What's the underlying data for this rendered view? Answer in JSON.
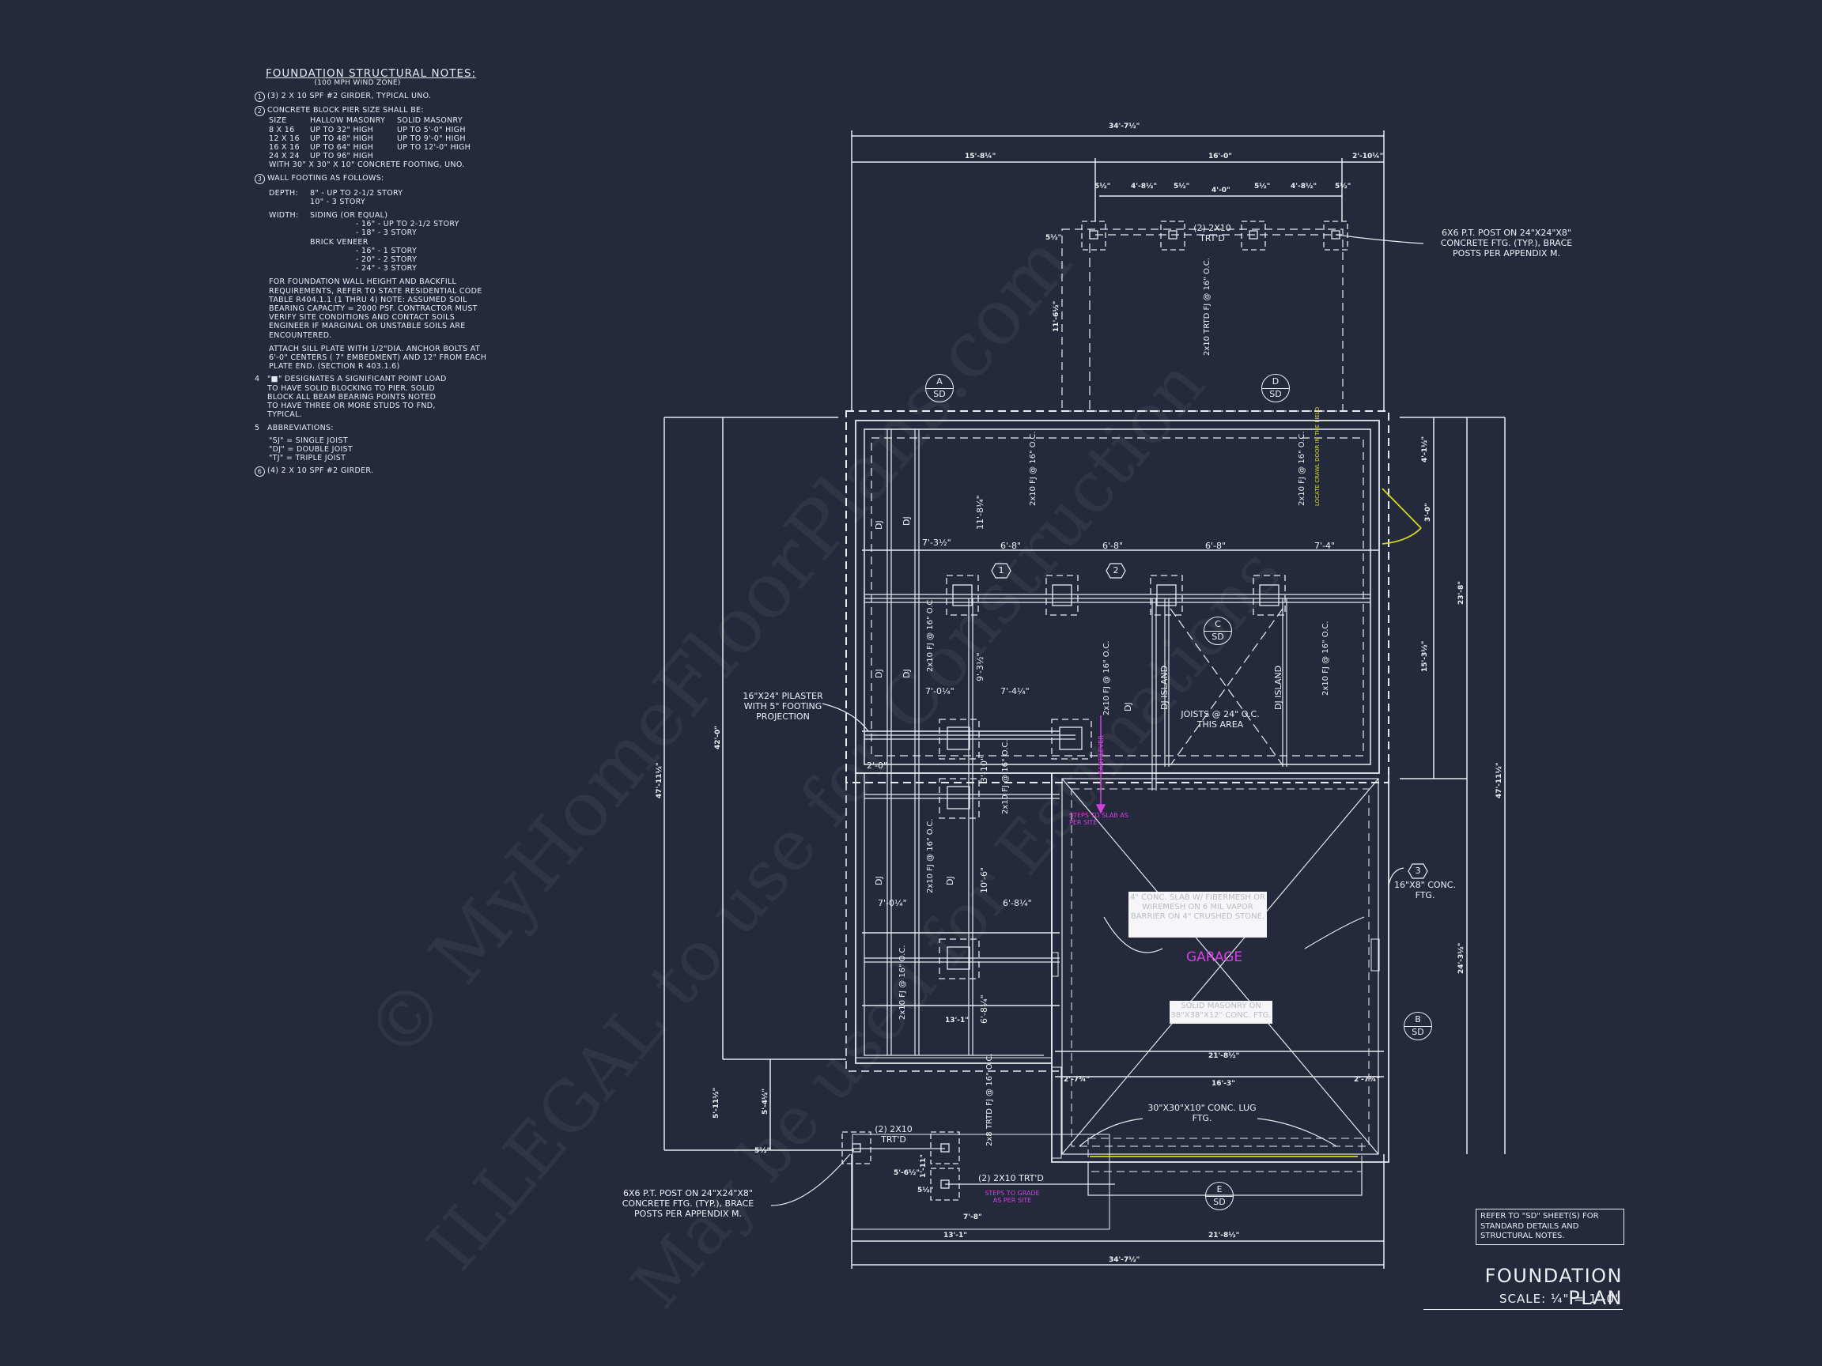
{
  "notes": {
    "title": "FOUNDATION STRUCTURAL NOTES:",
    "subtitle": "(100 MPH WIND ZONE)",
    "items": [
      {
        "num": "1",
        "text": "(3) 2 x 10 SPF #2 GIRDER, TYPICAL UNO."
      },
      {
        "num": "2",
        "text": "CONCRETE BLOCK PIER SIZE SHALL BE:"
      },
      {
        "num": "3",
        "text": "WALL FOOTING AS FOLLOWS:"
      },
      {
        "num": "4",
        "text": "\"■\" DESIGNATES A SIGNIFICANT POINT LOAD TO HAVE SOLID BLOCKING TO PIER. SOLID BLOCK ALL BEAM BEARING POINTS NOTED TO HAVE THREE OR MORE STUDS TO FND, TYPICAL."
      },
      {
        "num": "5",
        "text": "ABBREVIATIONS:"
      },
      {
        "num": "6",
        "text": "(4) 2 x 10 SPF #2 GIRDER."
      }
    ],
    "pier_table": {
      "headers": [
        "SIZE",
        "HALLOW MASONRY",
        "SOLID MASONRY"
      ],
      "rows": [
        [
          "8 x 16",
          "UP TO 32\" HIGH",
          "UP TO 5'-0\" HIGH"
        ],
        [
          "12 x 16",
          "UP TO 48\" HIGH",
          "UP TO 9'-0\" HIGH"
        ],
        [
          "16 x 16",
          "UP TO 64\" HIGH",
          "UP TO 12'-0\" HIGH"
        ],
        [
          "24 x 24",
          "UP TO 96\" HIGH",
          ""
        ]
      ],
      "footer": "WITH 30\" x 30\" x 10\" CONCRETE FOOTING, UNO."
    },
    "wall_footing": {
      "depth_label": "DEPTH:",
      "depth_lines": [
        "8\" - UP TO 2-1/2 STORY",
        "10\" - 3 STORY"
      ],
      "width_label": "WIDTH:",
      "siding_label": "SIDING (OR EQUAL)",
      "siding_lines": [
        "- 16\" - UP TO 2-1/2 STORY",
        "- 18\" - 3 STORY"
      ],
      "brick_label": "BRICK VENEER",
      "brick_lines": [
        "- 16\" - 1 STORY",
        "- 20\" - 2 STORY",
        "- 24\" - 3 STORY"
      ],
      "para1": "FOR FOUNDATION WALL HEIGHT AND BACKFILL REQUIREMENTS, REFER TO STATE RESIDENTIAL CODE TABLE R404.1.1 (1 THRU 4) NOTE: ASSUMED SOIL BEARING CAPACITY = 2000 PSF. CONTRACTOR MUST VERIFY SITE CONDITIONS AND CONTACT SOILS ENGINEER IF MARGINAL OR UNSTABLE SOILS ARE ENCOUNTERED.",
      "para2": "ATTACH SILL PLATE WITH 1/2\"dia. ANCHOR BOLTS AT 6'-0\" CENTERS ( 7\" EMBEDMENT) AND 12\" FROM EACH PLATE END. (SECTION R 403.1.6)"
    },
    "abbreviations": [
      "\"SJ\" = SINGLE JOIST",
      "\"DJ\" = DOUBLE JOIST",
      "\"TJ\" = TRIPLE JOIST"
    ]
  },
  "plan": {
    "title": "FOUNDATION PLAN",
    "scale": "SCALE: ¼\" = 1'-0\"",
    "reference_note": "REFER TO \"SD\" SHEET(S) FOR STANDARD DETAILS AND STRUCTURAL NOTES.",
    "section_bubbles": [
      {
        "id": "A",
        "sheet": "SD"
      },
      {
        "id": "D",
        "sheet": "SD"
      },
      {
        "id": "C",
        "sheet": "SD"
      },
      {
        "id": "B",
        "sheet": "SD"
      },
      {
        "id": "E",
        "sheet": "SD"
      }
    ],
    "hex_tags": [
      "1",
      "2",
      "3"
    ],
    "callouts": {
      "post_top": "6x6 P.T. POST ON 24\"x24\"x8\" CONCRETE FTG. (TYP.), BRACE POSTS PER APPENDIX M.",
      "post_bottom": "6x6 P.T. POST ON 24\"x24\"x8\" CONCRETE FTG. (TYP.), BRACE POSTS PER APPENDIX M.",
      "pilaster": "16\"x24\" PILASTER WITH 5\" FOOTING PROJECTION",
      "joists_area": "JOISTS @ 24\" O.C. THIS AREA",
      "conc_ftg": "16\"x8\" CONC. FTG.",
      "lug_ftg": "30\"x30\"x10\" CONC. LUG FTG.",
      "girder_top": "(2) 2x10 TRT'D",
      "girder_bottom_left": "(2) 2x10 TRT'D",
      "girder_bottom_right": "(2) 2x10 TRT'D",
      "crawl_door": "LOCATE CRAWL DOOR IN THE FIELD",
      "cantilever": "CANTILEVER",
      "steps_slab": "STEPS TO SLAB AS PER SITE",
      "steps_grade": "STEPS TO GRADE AS PER SITE",
      "slab_note": "4\" CONC. SLAB w/ FIBERMESH OR WIREMESH ON 6 MIL VAPOR BARRIER ON 4\" CRUSHED STONE.",
      "masonry_note": "SOLID MASONRY ON 38\"x38\"x12\" CONC. FTG.",
      "garage": "GARAGE"
    },
    "joist_labels": {
      "fj_2x10": "2x10 FJ",
      "oc16": "@ 16\" O.C.",
      "trtd_fj": "2x10 TRTD FJ",
      "trtd_2x8": "2x8 TRTD FJ",
      "dj": "DJ",
      "dj_island": "DJ ISLAND"
    },
    "dimensions": {
      "top_overall": "34'-7½\"",
      "top_left": "15'-8¼\"",
      "top_mid": "16'-0\"",
      "top_right": "2'-10¼\"",
      "post_offsets": [
        "5½\"",
        "4'-8½\"",
        "5½\"",
        "4'-0\"",
        "5½\"",
        "4'-8½\"",
        "5½\""
      ],
      "porch_depth": "11'-6½\"",
      "porch_post": "5½\"",
      "girder_line": [
        "7'-3½\"",
        "6'-8\"",
        "6'-8\"",
        "6'-8\"",
        "7'-4\""
      ],
      "span_1": "11'-8¼\"",
      "span_2": "9'-3½\"",
      "span_3": "3'-10\"",
      "span_4": "10'-6\"",
      "span_5": "6'-8¼\"",
      "mid_a": "7'-0¼\"",
      "mid_b": "7'-4¼\"",
      "low_a": "7'-0¼\"",
      "low_b": "6'-8¼\"",
      "pilaster_w": "2'-0\"",
      "left_overall": "47'-11½\"",
      "left_main": "42'-0\"",
      "left_low1": "5'-11½\"",
      "left_low2": "5'-4½\"",
      "left_low3": "5½\"",
      "right_top": "4'-1½\"",
      "right_door": "3'-0\"",
      "right_mid": "15'-3½\"",
      "right_main": "23'-8\"",
      "right_overall": "47'-11½\"",
      "right_garage": "24'-3½\"",
      "garage_w1": "21'-8½\"",
      "garage_w2": "16'-3\"",
      "garage_side_l": "2'-7¾\"",
      "garage_side_r": "2'-7¾\"",
      "bottom_left": "13'-1\"",
      "bottom_mid": "13'-1\"",
      "bottom_step": "7'-8\"",
      "bottom_garage": "21'-8½\"",
      "bottom_overall": "34'-7½\"",
      "stoop_a": "5'-6½\"",
      "stoop_b": "1'-11\"",
      "stoop_c": "5½\""
    }
  },
  "watermark": {
    "line1": "© MyHomeFloorPlans.com",
    "line2": "ILLEGAL to use for Construction",
    "line3": "May be used for Estimations"
  },
  "colors": {
    "background": "#242a3c",
    "linework": "#e8eaf0",
    "annotation_magenta": "#d43fe0",
    "crawl_door_yellow": "#d8d820"
  }
}
